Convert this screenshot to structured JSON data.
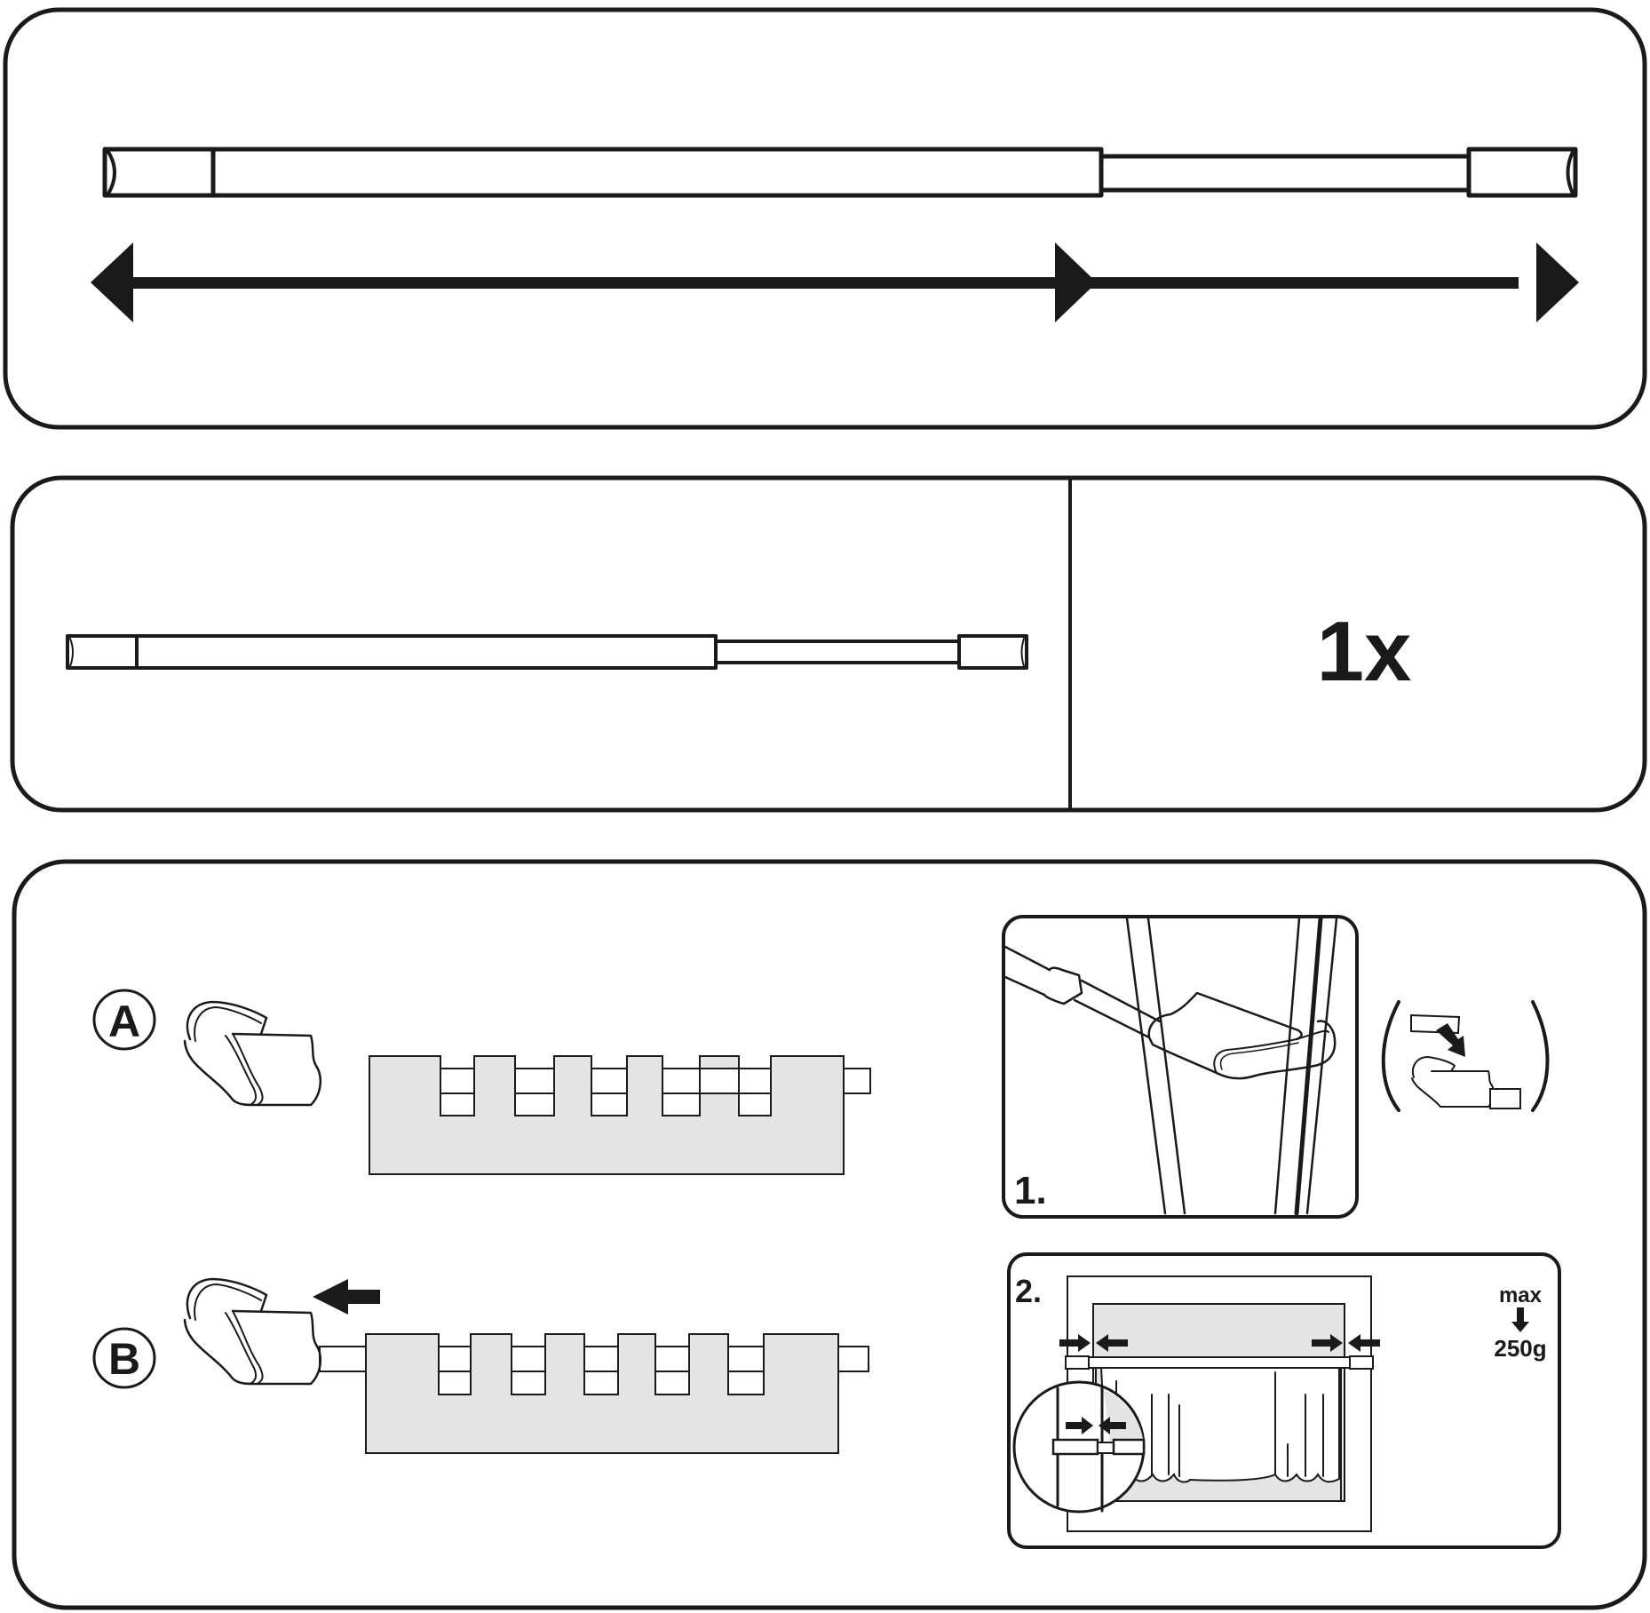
{
  "colors": {
    "ink": "#1a1a1a",
    "curtain_fill": "#e4e4e4",
    "background": "#ffffff"
  },
  "panel_overview": {
    "icons": [
      "telescopic-rod-icon",
      "extend-arrows-icon"
    ]
  },
  "panel_contents": {
    "quantity_label": "1x",
    "icons": [
      "telescopic-rod-icon"
    ]
  },
  "panel_instructions": {
    "method_a": {
      "badge": "A",
      "icons": [
        "end-cap-clip-icon",
        "tab-top-curtain-icon"
      ]
    },
    "method_b": {
      "badge": "B",
      "icons": [
        "end-cap-clip-icon",
        "push-left-arrow-icon",
        "curtain-on-rod-icon"
      ]
    },
    "step_1": {
      "label": "1.",
      "icons": [
        "rod-clip-on-frame-icon",
        "attach-pad-detail-icon"
      ]
    },
    "step_2": {
      "label": "2.",
      "max_label": "max",
      "weight_label": "250g",
      "icons": [
        "window-frame-icon",
        "clamp-arrows-icon",
        "magnifier-detail-icon",
        "down-arrow-icon"
      ]
    }
  }
}
